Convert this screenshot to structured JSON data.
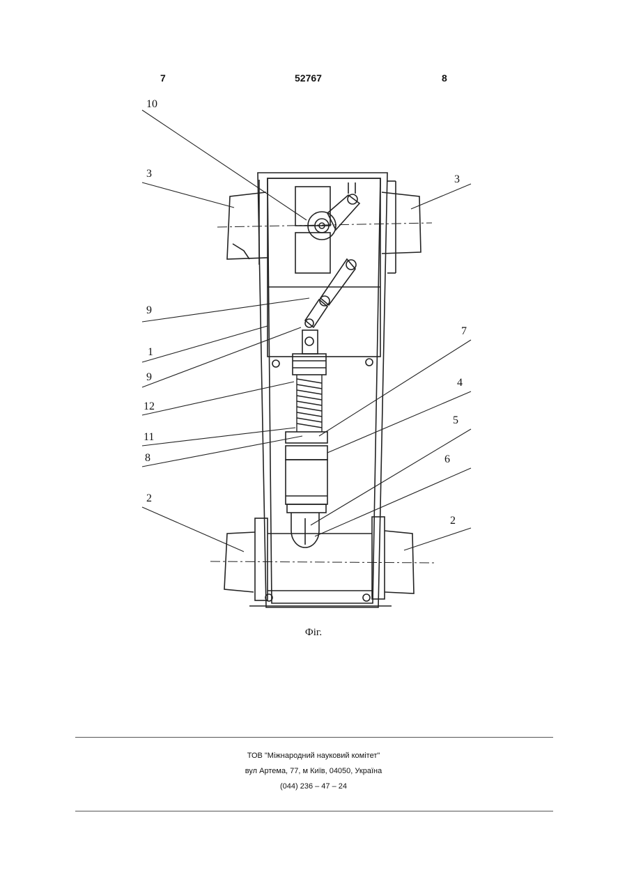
{
  "header": {
    "page_left": "7",
    "patent_number": "52767",
    "page_right": "8"
  },
  "figure": {
    "callouts": {
      "c10": "10",
      "c3_left": "3",
      "c3_right": "3",
      "c9_upper": "9",
      "c1": "1",
      "c9_lower": "9",
      "c12": "12",
      "c11": "11",
      "c8": "8",
      "c7": "7",
      "c4": "4",
      "c5": "5",
      "c6": "6",
      "c2_left": "2",
      "c2_right": "2"
    },
    "caption": "Фіг."
  },
  "footer": {
    "line1": "ТОВ \"Міжнародний науковий комітет\"",
    "line2": "вул  Артема, 77, м  Київ, 04050, Україна",
    "line3": "(044) 236 – 47 – 24"
  }
}
